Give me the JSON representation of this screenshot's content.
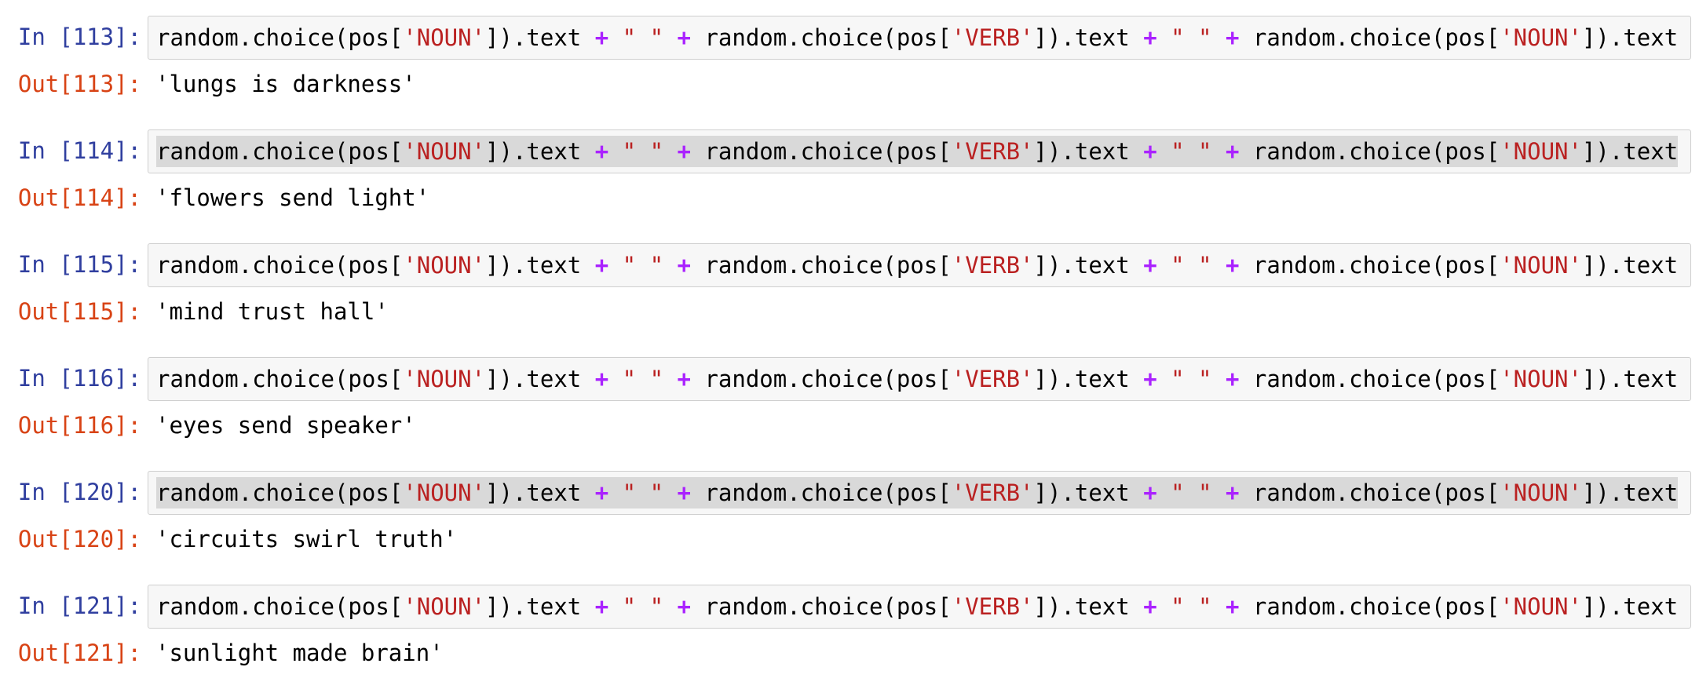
{
  "cells": [
    {
      "in_prompt": "In [113]:",
      "out_prompt": "Out[113]:",
      "selected": false,
      "output": "'lungs is darkness'"
    },
    {
      "in_prompt": "In [114]:",
      "out_prompt": "Out[114]:",
      "selected": true,
      "output": "'flowers send light'"
    },
    {
      "in_prompt": "In [115]:",
      "out_prompt": "Out[115]:",
      "selected": false,
      "output": "'mind trust hall'"
    },
    {
      "in_prompt": "In [116]:",
      "out_prompt": "Out[116]:",
      "selected": false,
      "output": "'eyes send speaker'"
    },
    {
      "in_prompt": "In [120]:",
      "out_prompt": "Out[120]:",
      "selected": true,
      "output": "'circuits swirl truth'"
    },
    {
      "in_prompt": "In [121]:",
      "out_prompt": "Out[121]:",
      "selected": false,
      "output": "'sunlight made brain'"
    }
  ],
  "code_tokens": [
    {
      "t": "random.choice(pos[",
      "k": "plain"
    },
    {
      "t": "'NOUN'",
      "k": "str"
    },
    {
      "t": "]).text ",
      "k": "plain"
    },
    {
      "t": "+",
      "k": "op"
    },
    {
      "t": " ",
      "k": "plain"
    },
    {
      "t": "\" \"",
      "k": "str"
    },
    {
      "t": " ",
      "k": "plain"
    },
    {
      "t": "+",
      "k": "op"
    },
    {
      "t": " random.choice(pos[",
      "k": "plain"
    },
    {
      "t": "'VERB'",
      "k": "str"
    },
    {
      "t": "]).text ",
      "k": "plain"
    },
    {
      "t": "+",
      "k": "op"
    },
    {
      "t": " ",
      "k": "plain"
    },
    {
      "t": "\" \"",
      "k": "str"
    },
    {
      "t": " ",
      "k": "plain"
    },
    {
      "t": "+",
      "k": "op"
    },
    {
      "t": " random.choice(pos[",
      "k": "plain"
    },
    {
      "t": "'NOUN'",
      "k": "str"
    },
    {
      "t": "]).text",
      "k": "plain"
    }
  ],
  "colors": {
    "in_prompt": "#303f9f",
    "out_prompt": "#d84315",
    "string": "#ba2121",
    "operator": "#aa22ff",
    "selection": "#d9d9d9",
    "input_background": "#f7f7f7"
  }
}
